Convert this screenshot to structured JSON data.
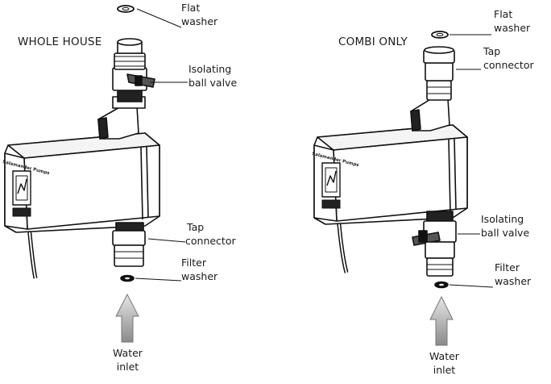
{
  "left": {
    "title": "WHOLE HOUSE",
    "flat_washer": [
      "Flat",
      "washer"
    ],
    "isolating_valve": [
      "Isolating",
      "ball valve"
    ],
    "tap_connector": [
      "Tap",
      "connector"
    ],
    "filter_washer": [
      "Filter",
      "washer"
    ],
    "water_inlet": [
      "Water",
      "inlet"
    ],
    "brand": "Salamander Pumps"
  },
  "right": {
    "title": "COMBI ONLY",
    "flat_washer": [
      "Flat",
      "washer"
    ],
    "tap_connector": [
      "Tap",
      "connector"
    ],
    "isolating_valve": [
      "Isolating",
      "ball valve"
    ],
    "filter_washer": [
      "Filter",
      "washer"
    ],
    "water_inlet": [
      "Water",
      "inlet"
    ],
    "brand": "Salamander Pumps"
  }
}
